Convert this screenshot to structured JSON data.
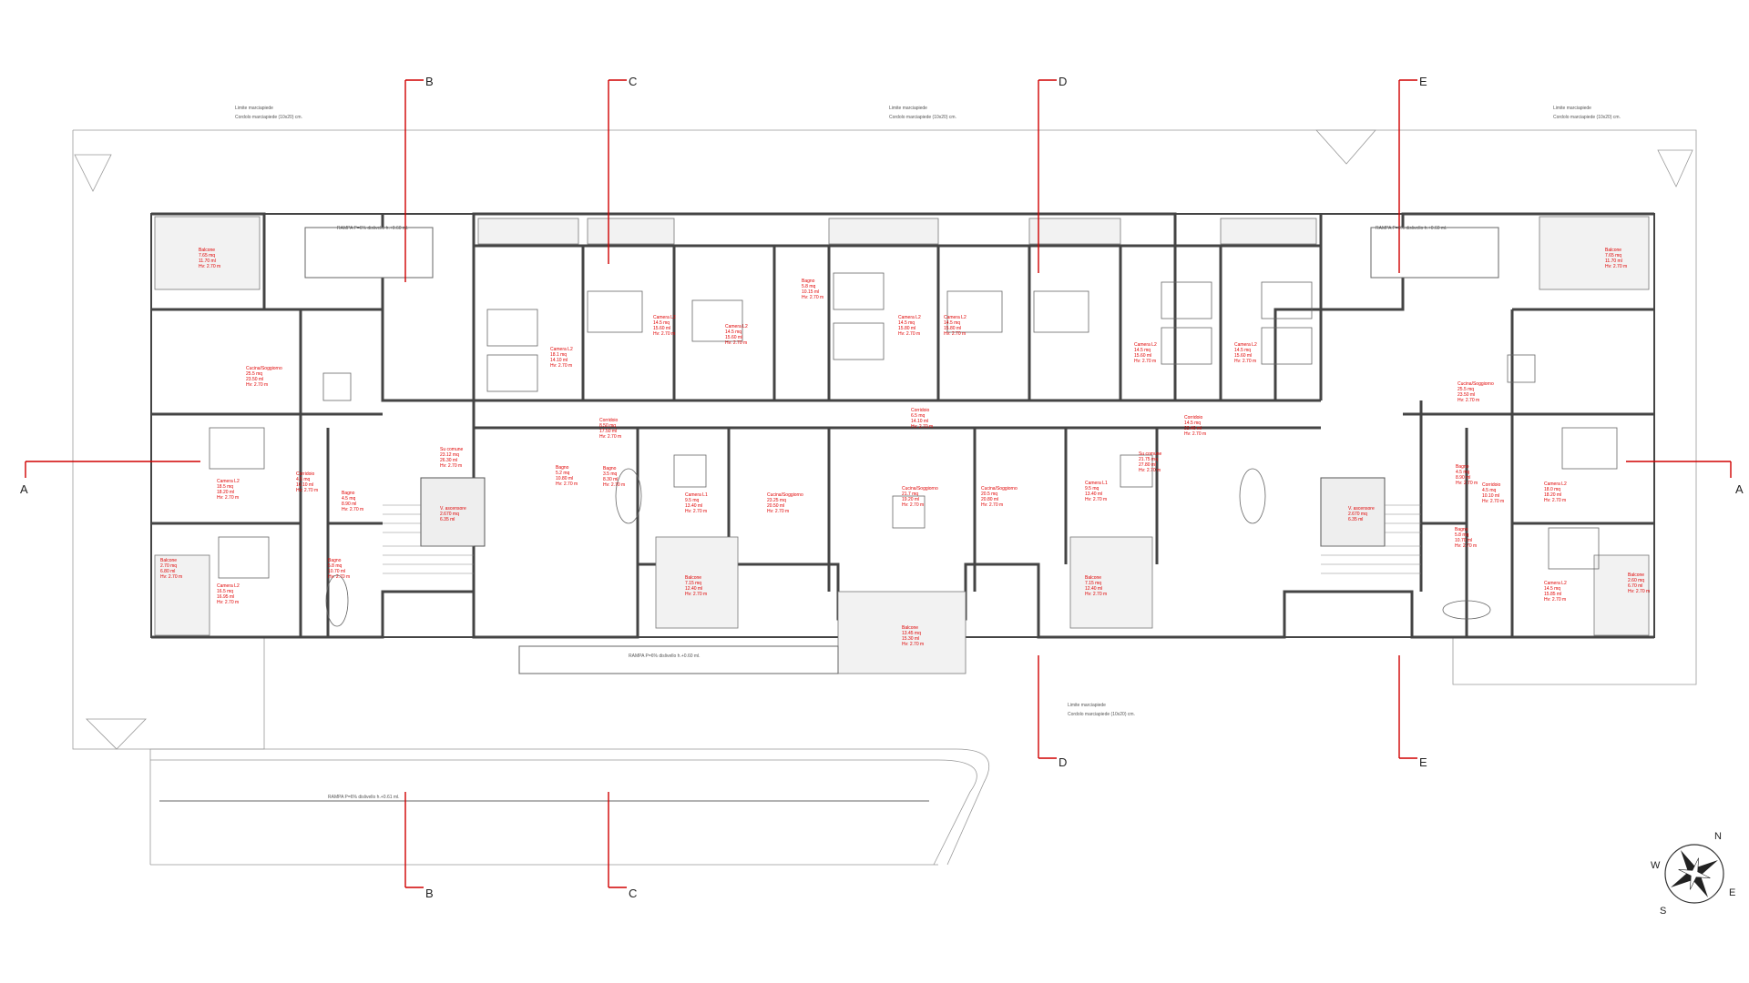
{
  "drawing": {
    "ramp_labels": [
      "RAMPA P=6% dislivello h.+0.60 ml.",
      "RAMPA P=6% dislivello h.+0.60 ml.",
      "RAMPA P=6% dislivello h.+0.60 ml.",
      "RAMPA P=6% dislivello h.+0.61 ml."
    ],
    "curb_notes": [
      "Limite marciapiede",
      "Cordolo marciapiede (10x20) cm."
    ],
    "sections": [
      "A",
      "B",
      "C",
      "D",
      "E"
    ],
    "compass": [
      "N",
      "E",
      "S",
      "W"
    ],
    "rooms": [
      {
        "name": "Balcone",
        "area": "7.65 mq",
        "perim": "11.70 ml",
        "h": "Hv: 2.70 m"
      },
      {
        "name": "Cucina/Soggiorno",
        "area": "25.5 mq",
        "perim": "23.50 ml",
        "h": "Hv: 2.70 m"
      },
      {
        "name": "Camera L2",
        "area": "18.5 mq",
        "perim": "18.20 ml",
        "h": "Hv: 2.70 m"
      },
      {
        "name": "Corridoio",
        "area": "4.5 mq",
        "perim": "10.10 ml",
        "h": "Hv: 2.70 m"
      },
      {
        "name": "Bagno",
        "area": "4.5 mq",
        "perim": "8.90 ml",
        "h": "Hv: 2.70 m"
      },
      {
        "name": "Balcone",
        "area": "2.70 mq",
        "perim": "6.80 ml",
        "h": "Hv: 2.70 m"
      },
      {
        "name": "Camera L2",
        "area": "16.5 mq",
        "perim": "16.95 ml",
        "h": "Hv: 2.70 m"
      },
      {
        "name": "Bagno",
        "area": "5.8 mq",
        "perim": "10.70 ml",
        "h": "Hv: 2.70 m"
      },
      {
        "name": "Su comune",
        "area": "23.12 mq",
        "perim": "26.30 ml",
        "h": "Hv: 2.70 m"
      },
      {
        "name": "V. ascensore",
        "area": "2.670 mq",
        "perim": "6.35 ml",
        "h": ""
      },
      {
        "name": "Camera L2",
        "area": "18.1 mq",
        "perim": "14.10 ml",
        "h": "Hv: 2.70 m"
      },
      {
        "name": "Camera L2",
        "area": "14.5 mq",
        "perim": "15.60 ml",
        "h": "Hv: 2.70 m"
      },
      {
        "name": "Camera L2",
        "area": "14.5 mq",
        "perim": "15.60 ml",
        "h": "Hv: 2.70 m"
      },
      {
        "name": "Bagno",
        "area": "5.2 mq",
        "perim": "10.80 ml",
        "h": "Hv: 2.70 m"
      },
      {
        "name": "Bagno",
        "area": "3.5 mq",
        "perim": "8.30 ml",
        "h": "Hv: 2.70 m"
      },
      {
        "name": "Bagno",
        "area": "5.8 mq",
        "perim": "10.15 ml",
        "h": "Hv: 2.70 m"
      },
      {
        "name": "Corridoio",
        "area": "8.50 mq",
        "perim": "17.50 ml",
        "h": "Hv: 2.70 m"
      },
      {
        "name": "Camera L1",
        "area": "9.5 mq",
        "perim": "13.40 ml",
        "h": "Hv: 2.70 m"
      },
      {
        "name": "Cucina/Soggiorno",
        "area": "23.25 mq",
        "perim": "20.50 ml",
        "h": "Hv: 2.70 m"
      },
      {
        "name": "Balcone",
        "area": "7.15 mq",
        "perim": "12.40 ml",
        "h": "Hv: 2.70 m"
      },
      {
        "name": "Camera L2",
        "area": "14.5 mq",
        "perim": "15.80 ml",
        "h": "Hv: 2.70 m"
      },
      {
        "name": "Camera L2",
        "area": "14.5 mq",
        "perim": "15.80 ml",
        "h": "Hv: 2.70 m"
      },
      {
        "name": "Corridoio",
        "area": "6.5 mq",
        "perim": "14.10 ml",
        "h": "Hv: 2.70 m"
      },
      {
        "name": "Cucina/Soggiorno",
        "area": "21.7 mq",
        "perim": "19.20 ml",
        "h": "Hv: 2.70 m"
      },
      {
        "name": "Balcone",
        "area": "13.45 mq",
        "perim": "15.30 ml",
        "h": "Hv: 2.70 m"
      },
      {
        "name": "Cucina/Soggiorno",
        "area": "20.5 mq",
        "perim": "20.80 ml",
        "h": "Hv: 2.70 m"
      },
      {
        "name": "Camera L1",
        "area": "9.5 mq",
        "perim": "13.40 ml",
        "h": "Hv: 2.70 m"
      },
      {
        "name": "Balcone",
        "area": "7.15 mq",
        "perim": "12.40 ml",
        "h": "Hv: 2.70 m"
      },
      {
        "name": "Corridoio",
        "area": "14.5 mq",
        "perim": "22.40 ml",
        "h": "Hv: 2.70 m"
      },
      {
        "name": "Su comune",
        "area": "21.75 mq",
        "perim": "27.80 ml",
        "h": "Hv: 2.70 m"
      },
      {
        "name": "V. ascensore",
        "area": "2.670 mq",
        "perim": "6.35 ml",
        "h": ""
      },
      {
        "name": "Camera L2",
        "area": "14.5 mq",
        "perim": "15.60 ml",
        "h": "Hv: 2.70 m"
      },
      {
        "name": "Camera L2",
        "area": "14.5 mq",
        "perim": "15.60 ml",
        "h": "Hv: 2.70 m"
      },
      {
        "name": "Cucina/Soggiorno",
        "area": "25.5 mq",
        "perim": "23.50 ml",
        "h": "Hv: 2.70 m"
      },
      {
        "name": "Camera L2",
        "area": "18.0 mq",
        "perim": "18.20 ml",
        "h": "Hv: 2.70 m"
      },
      {
        "name": "Corridoio",
        "area": "4.5 mq",
        "perim": "10.10 ml",
        "h": "Hv: 2.70 m"
      },
      {
        "name": "Bagno",
        "area": "4.5 mq",
        "perim": "8.90 ml",
        "h": "Hv: 2.70 m"
      },
      {
        "name": "Bagno",
        "area": "5.8 mq",
        "perim": "10.70 ml",
        "h": "Hv: 2.70 m"
      },
      {
        "name": "Camera L2",
        "area": "14.5 mq",
        "perim": "15.85 ml",
        "h": "Hv: 2.70 m"
      },
      {
        "name": "Balcone",
        "area": "2.60 mq",
        "perim": "6.70 ml",
        "h": "Hv: 2.70 m"
      },
      {
        "name": "Balcone",
        "area": "7.65 mq",
        "perim": "11.70 ml",
        "h": "Hv: 2.70 m"
      }
    ],
    "colors": {
      "walls": "#444444",
      "labels": "#e00000",
      "cut_lines": "#d00000",
      "markers": "#e000e0"
    }
  }
}
